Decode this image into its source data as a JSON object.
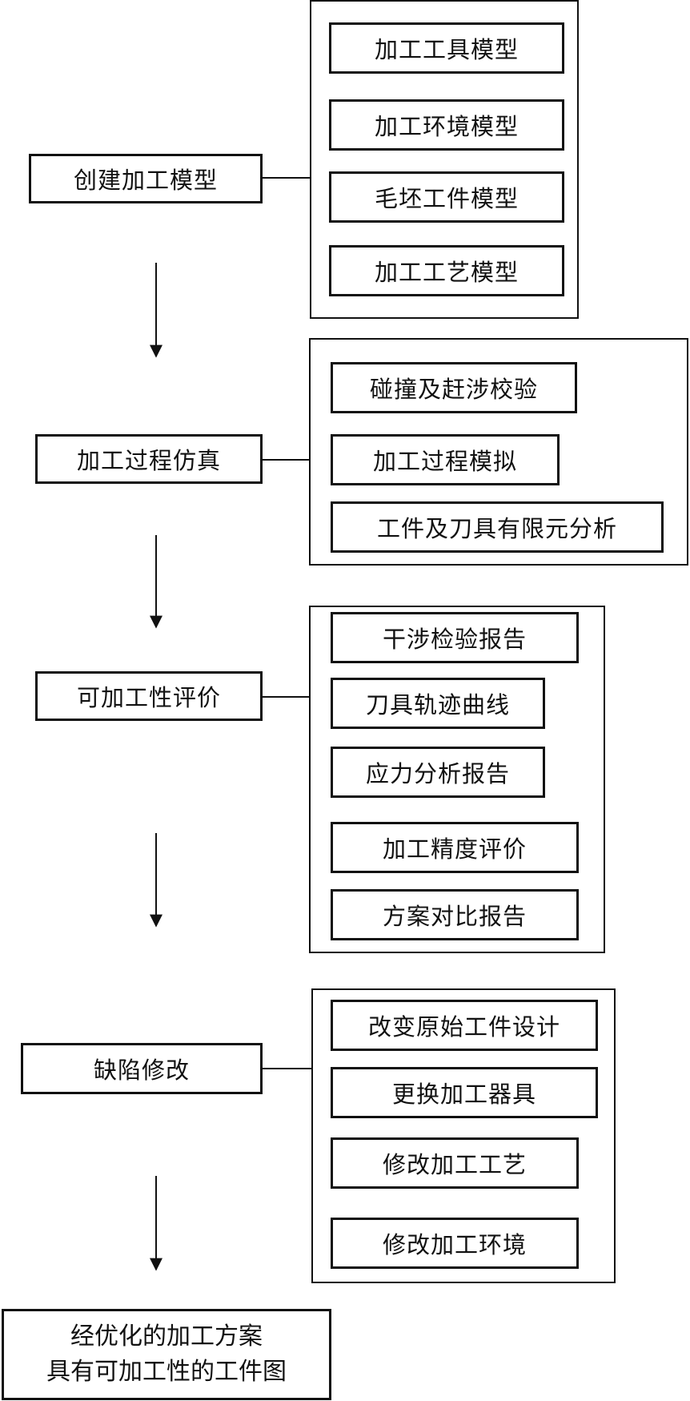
{
  "steps": [
    {
      "label": "创建加工模型",
      "details": [
        "加工工具模型",
        "加工环境模型",
        "毛坯工件模型",
        "加工工艺模型"
      ]
    },
    {
      "label": "加工过程仿真",
      "details": [
        "碰撞及赶涉校验",
        "加工过程模拟",
        "工件及刀具有限元分析"
      ]
    },
    {
      "label": "可加工性评价",
      "details": [
        "干涉检验报告",
        "刀具轨迹曲线",
        "应力分析报告",
        "加工精度评价",
        "方案对比报告"
      ]
    },
    {
      "label": "缺陷修改",
      "details": [
        "改变原始工件设计",
        "更换加工器具",
        "修改加工工艺",
        "修改加工环境"
      ]
    }
  ],
  "final": {
    "line1": "经优化的加工方案",
    "line2": "具有可加工性的工件图"
  }
}
